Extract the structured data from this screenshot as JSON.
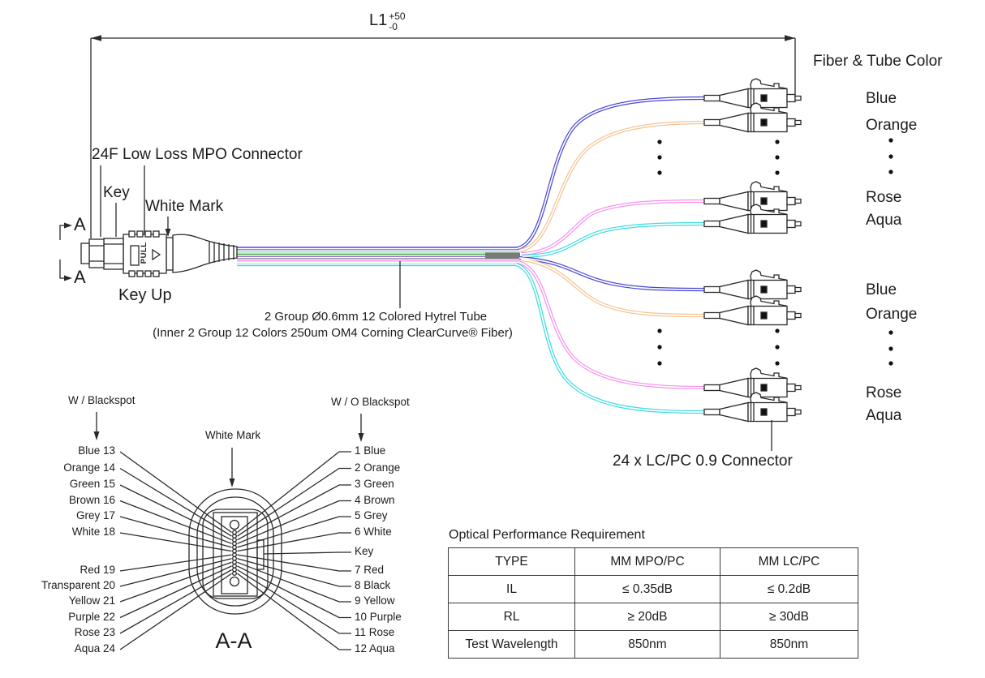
{
  "dimension": {
    "label": "L1",
    "tolerance_plus": "+50",
    "tolerance_minus": "-0"
  },
  "mpo": {
    "title": "24F Low Loss MPO Connector",
    "key_label": "Key",
    "white_mark_label": "White Mark",
    "key_up_label": "Key Up",
    "section_marker": "A",
    "pull_label": "PULL"
  },
  "cable_note": {
    "line1": "2 Group Ø0.6mm 12 Colored Hytrel Tube",
    "line2": "(Inner 2 Group 12 Colors 250um OM4 Corning ClearCurve® Fiber)"
  },
  "fanout": {
    "header": "Fiber & Tube Color",
    "connector_label": "24 x LC/PC 0.9 Connector",
    "groups": [
      {
        "labels": [
          "Blue",
          "Orange",
          "Rose",
          "Aqua"
        ]
      },
      {
        "labels": [
          "Blue",
          "Orange",
          "Rose",
          "Aqua"
        ]
      }
    ],
    "colors": {
      "blue": "#4545d6",
      "orange": "#f3c493",
      "rose": "#f590ee",
      "aqua": "#3cdce0"
    }
  },
  "cross_section": {
    "title": "A-A",
    "white_mark_label": "White Mark",
    "left_header": "W / Blackspot",
    "right_header": "W / O Blackspot",
    "left_labels": [
      "Blue 13",
      "Orange 14",
      "Green 15",
      "Brown 16",
      "Grey 17",
      "White 18",
      "Red 19",
      "Transparent 20",
      "Yellow 21",
      "Purple 22",
      "Rose 23",
      "Aqua 24"
    ],
    "right_labels": [
      "1 Blue",
      "2 Orange",
      "3 Green",
      "4 Brown",
      "5 Grey",
      "6 White",
      "Key",
      "7 Red",
      "8 Black",
      "9 Yellow",
      "10 Purple",
      "11 Rose",
      "12 Aqua"
    ]
  },
  "table": {
    "title": "Optical Performance Requirement",
    "headers": [
      "TYPE",
      "MM MPO/PC",
      "MM LC/PC"
    ],
    "rows": [
      [
        "IL",
        "≤ 0.35dB",
        "≤ 0.2dB"
      ],
      [
        "RL",
        "≥ 20dB",
        "≥ 30dB"
      ],
      [
        "Test Wavelength",
        "850nm",
        "850nm"
      ]
    ]
  }
}
